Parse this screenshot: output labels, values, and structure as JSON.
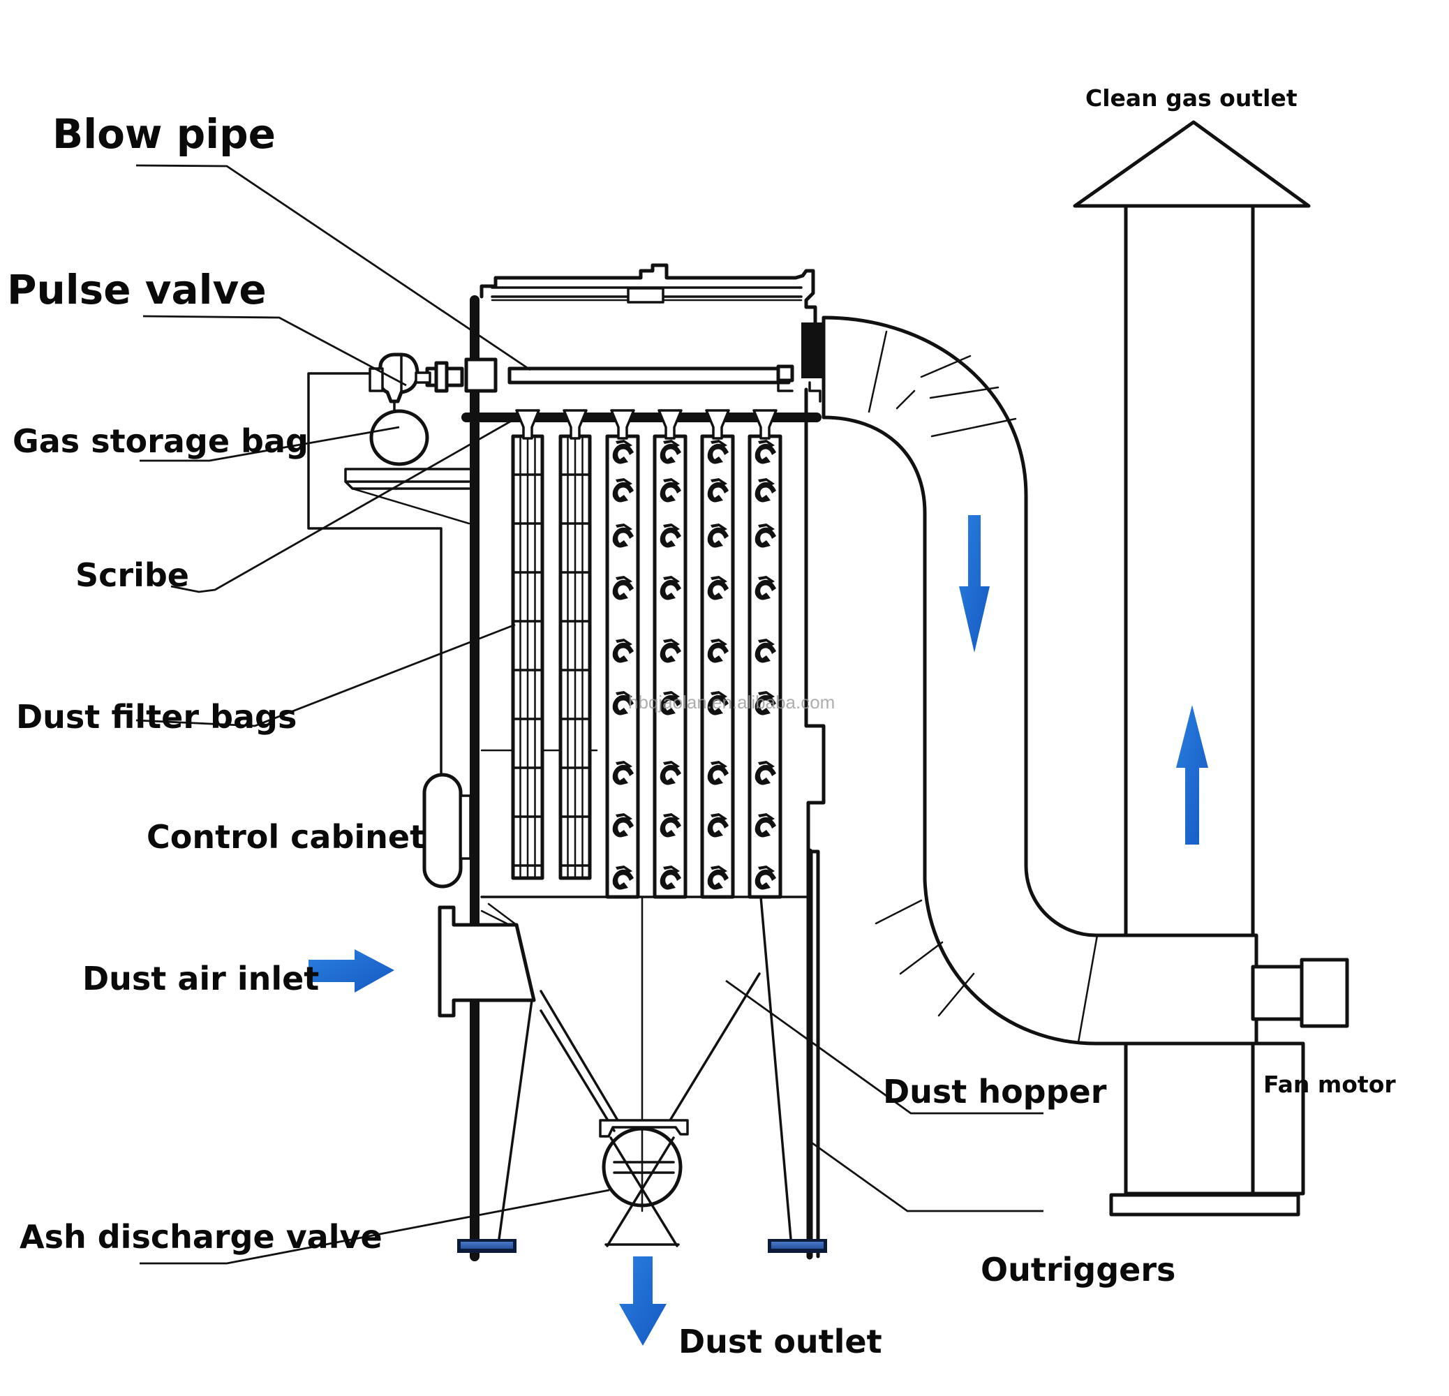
{
  "diagram": {
    "title": "Pulse-jet bag filter dust collector",
    "labels": {
      "blow_pipe": "Blow pipe",
      "pulse_valve": "Pulse valve",
      "gas_storage_bag": "Gas storage bag",
      "scribe": "Scribe",
      "dust_filter_bags": "Dust filter bags",
      "control_cabinet": "Control cabinet",
      "dust_air_inlet": "Dust air inlet",
      "ash_discharge_valve": "Ash discharge valve",
      "dust_outlet": "Dust outlet",
      "dust_hopper": "Dust hopper",
      "outriggers": "Outriggers",
      "fan_motor": "Fan motor",
      "clean_gas_outlet": "Clean gas outlet"
    },
    "watermark": "hbqjaolan.en.alibaba.com",
    "flow_arrows": [
      {
        "name": "inlet-arrow",
        "direction": "right"
      },
      {
        "name": "duct-down-arrow",
        "direction": "down"
      },
      {
        "name": "stack-up-arrow",
        "direction": "up"
      },
      {
        "name": "dust-outlet-arrow",
        "direction": "down"
      }
    ],
    "colors": {
      "line": "#111111",
      "flow_arrow": "#1e6fd4",
      "foot_pad": "#2f5aa8",
      "background": "#ffffff"
    },
    "filter_bags": {
      "framed_count": 2,
      "patterned_count": 4
    }
  }
}
